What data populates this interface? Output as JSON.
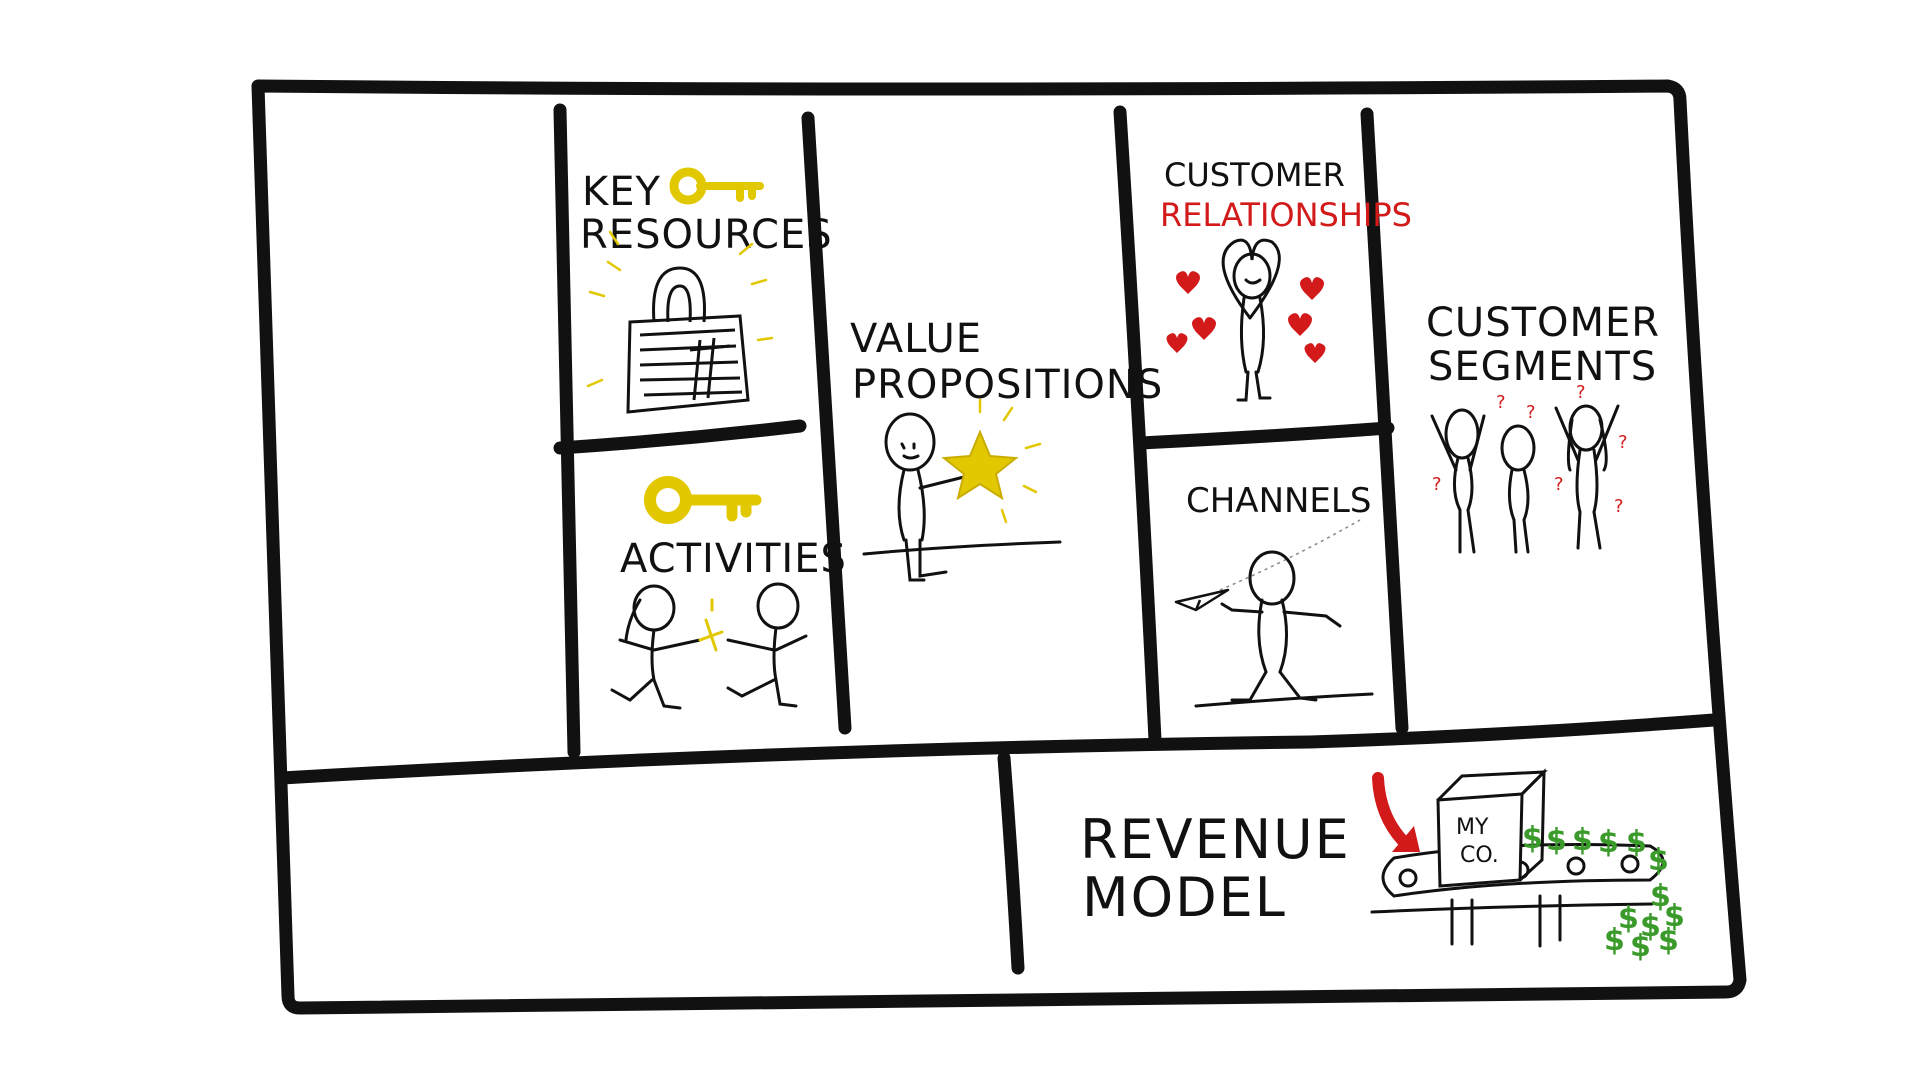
{
  "canvas": {
    "key_resources": {
      "line1": "KEY",
      "line2": "RESOURCES"
    },
    "activities": {
      "line1": "ACTIVITIES"
    },
    "value_propositions": {
      "line1": "VALUE",
      "line2": "PROPOSITIONS"
    },
    "customer_relationships": {
      "line1": "CUSTOMER",
      "line2": "RELATIONSHIPS"
    },
    "channels": {
      "line1": "CHANNELS"
    },
    "customer_segments": {
      "line1": "CUSTOMER",
      "line2": "SEGMENTS"
    },
    "revenue_model": {
      "line1": "REVENUE",
      "line2": "MODEL",
      "box_label_1": "MY",
      "box_label_2": "CO."
    }
  },
  "colors": {
    "ink": "#111111",
    "key_yellow": "#e2c800",
    "accent_red": "#d21a1a",
    "money_green": "#3a9a2a"
  },
  "symbols": {
    "question": "?",
    "dollar": "$"
  }
}
